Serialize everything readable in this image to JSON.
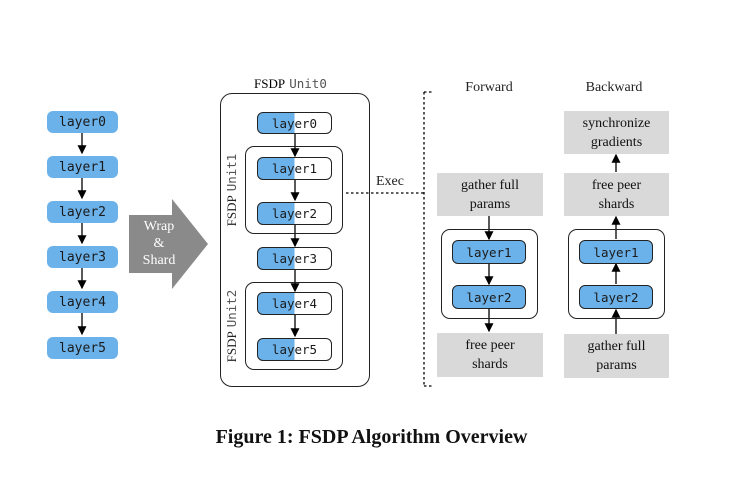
{
  "left_layers": [
    "layer0",
    "layer1",
    "layer2",
    "layer3",
    "layer4",
    "layer5"
  ],
  "arrow_label": {
    "l1": "Wrap",
    "l2": "&",
    "l3": "Shard"
  },
  "fsdp": {
    "unit0_prefix": "FSDP",
    "unit0_suffix": "Unit0",
    "unit1_prefix": "FSDP",
    "unit1_suffix": "Unit1",
    "unit2_prefix": "FSDP",
    "unit2_suffix": "Unit2",
    "layers": [
      "layer0",
      "layer1",
      "layer2",
      "layer3",
      "layer4",
      "layer5"
    ]
  },
  "exec_label": "Exec",
  "forward": {
    "title": "Forward",
    "top": [
      "gather full",
      "params"
    ],
    "layers": [
      "layer1",
      "layer2"
    ],
    "bottom": [
      "free peer",
      "shards"
    ]
  },
  "backward": {
    "title": "Backward",
    "top": [
      "synchronize",
      "gradients"
    ],
    "middle": [
      "free peer",
      "shards"
    ],
    "layers": [
      "layer1",
      "layer2"
    ],
    "bottom": [
      "gather full",
      "params"
    ]
  },
  "caption": "Figure 1: FSDP Algorithm Overview",
  "colors": {
    "chip": "#6cb2ea",
    "gray_box": "#d9d9d9",
    "big_arrow": "#8a8a8a"
  }
}
